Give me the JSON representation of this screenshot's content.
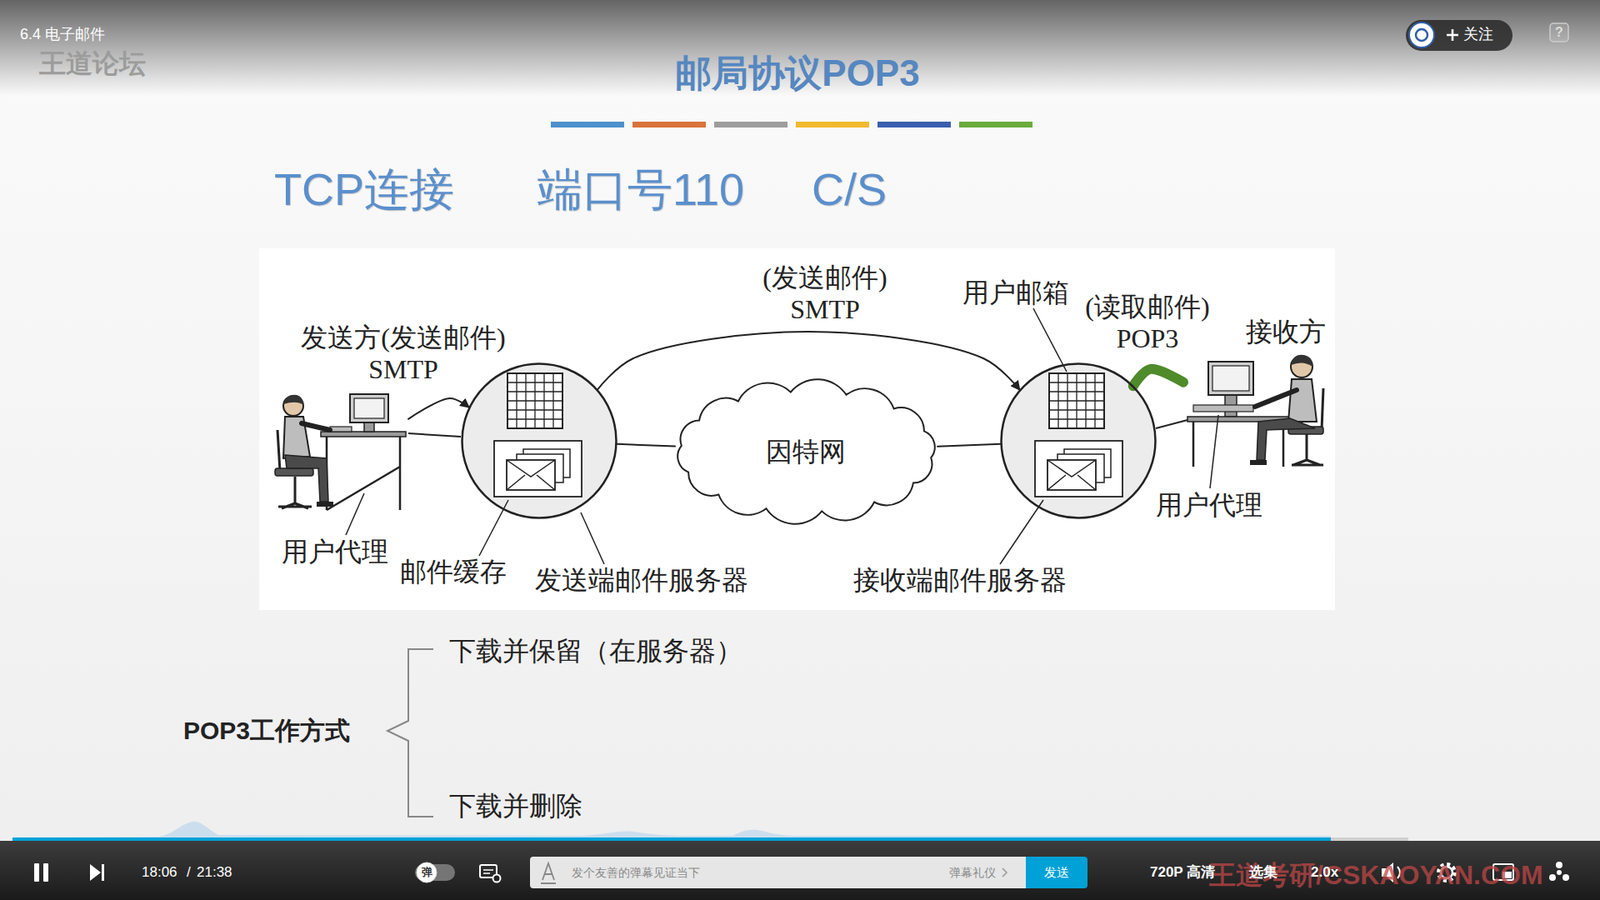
{
  "diagram": {
    "title": "邮局协议POP3",
    "nodes": [
      {
        "text": [
          "发送方(发送邮件) SMTP"
        ]
      },
      {
        "text": [
          "发送端邮件服务器"
        ]
      },
      {
        "text": [
          "因特网"
        ]
      },
      {
        "text": [
          "接收端邮件服务器"
        ]
      },
      {
        "text": [
          "接收方"
        ]
      }
    ],
    "edges": [
      {
        "from": 0,
        "to": 1,
        "arrow": "to"
      },
      {
        "from": 1,
        "to": 3,
        "label": "(发送邮件) SMTP",
        "arrow": "to"
      },
      {
        "from": 1,
        "to": 2,
        "arrow": "none"
      },
      {
        "from": 2,
        "to": 3,
        "arrow": "none"
      },
      {
        "from": 3,
        "to": 4,
        "label": "(读取邮件) POP3",
        "arrow": "none"
      }
    ],
    "labels": [
      "6.4 电子邮件",
      "王道论坛",
      "关注",
      "?",
      "TCP连接",
      "端口号110",
      "C/S",
      "用户邮箱",
      "用户代理",
      "邮件缓存",
      "用户代理",
      "POP3工作方式",
      "下载并保留（在服务器）",
      "下载并删除",
      "王道考研/CSKAOYAN.COM",
      "18:06",
      "/",
      "21:38",
      "弹",
      "发个友善的弹幕见证当下",
      "弹幕礼仪",
      "发送",
      "720P 高清",
      "选集",
      "2.0x"
    ]
  }
}
